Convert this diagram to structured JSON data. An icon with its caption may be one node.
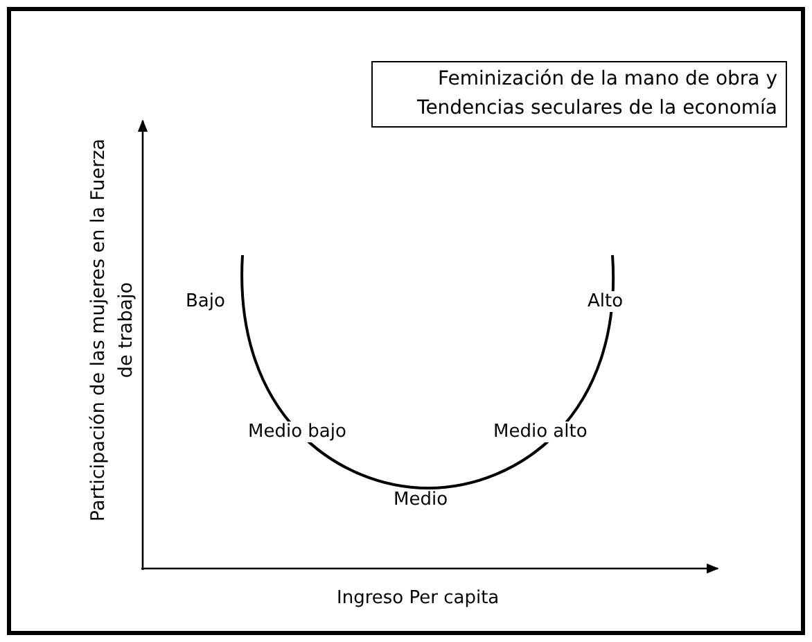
{
  "diagram": {
    "title": "Feminización de la mano de obra y Tendencias seculares de la economía",
    "labels": [
      "Participación de las mujeres en la Fuerza de trabajo",
      "Ingreso Per capita",
      "Bajo",
      "Medio bajo",
      "Medio",
      "Medio alto",
      "Alto"
    ]
  }
}
